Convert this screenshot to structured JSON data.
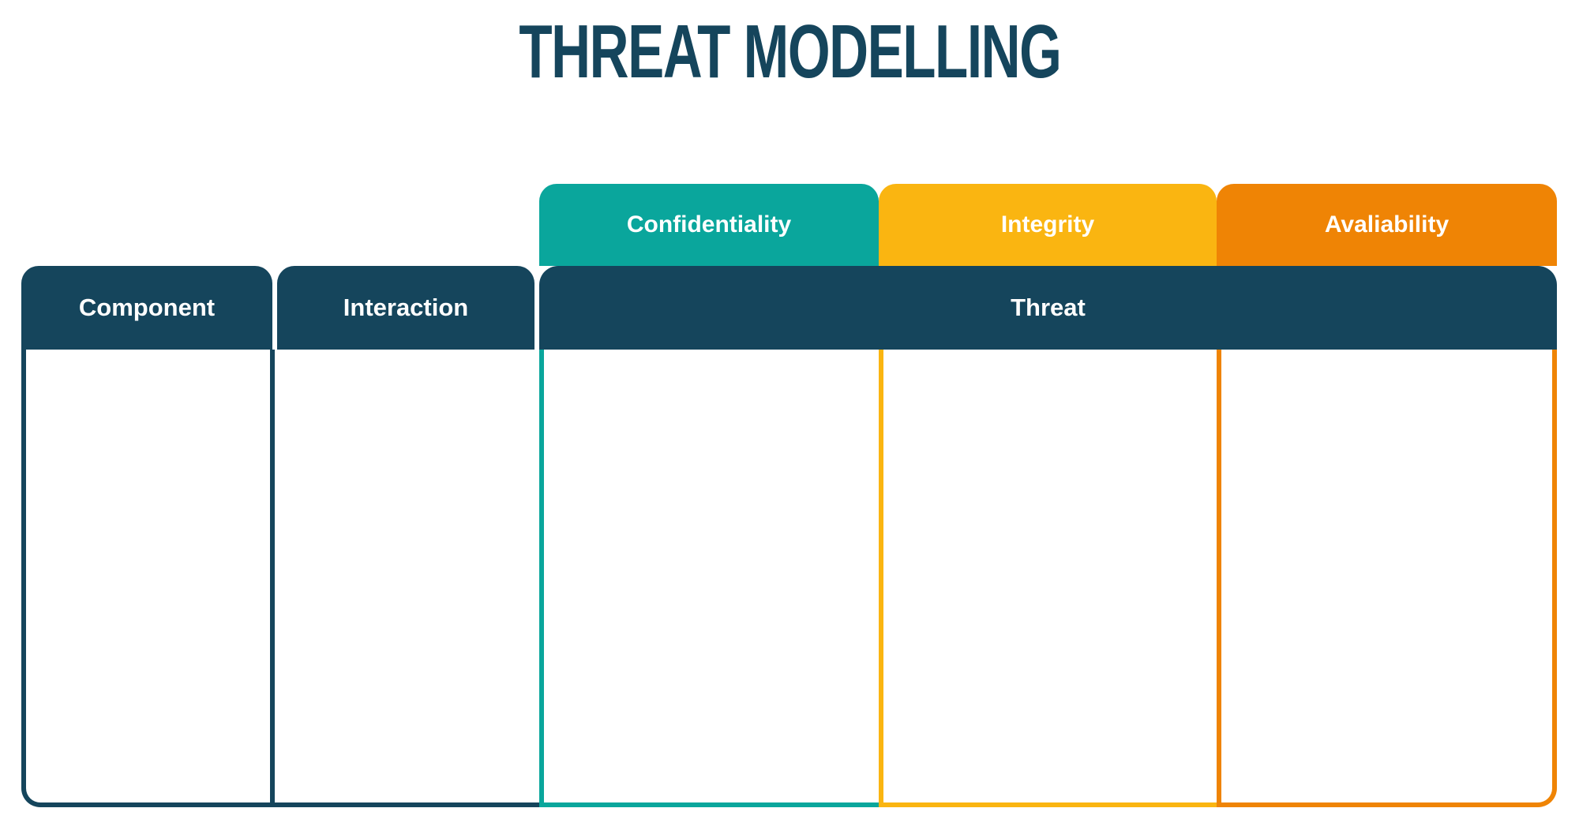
{
  "title": "THREAT MODELLING",
  "colors": {
    "navy": "#15455C",
    "teal": "#0AA69C",
    "yellow": "#FAB511",
    "orange": "#EF8405",
    "background": "#FFFFFF",
    "header_text": "#FFFFFF"
  },
  "cia_tabs": {
    "confidentiality": {
      "label": "Confidentiality",
      "color": "#0AA69C"
    },
    "integrity": {
      "label": "Integrity",
      "color": "#FAB511"
    },
    "availability": {
      "label": "Avaliability",
      "color": "#EF8405"
    }
  },
  "table": {
    "header_color": "#15455C",
    "headers": {
      "component": "Component",
      "interaction": "Interaction",
      "threat": "Threat"
    },
    "cells": {
      "component": "",
      "interaction": "",
      "confidentiality": "",
      "integrity": "",
      "availability": ""
    }
  }
}
